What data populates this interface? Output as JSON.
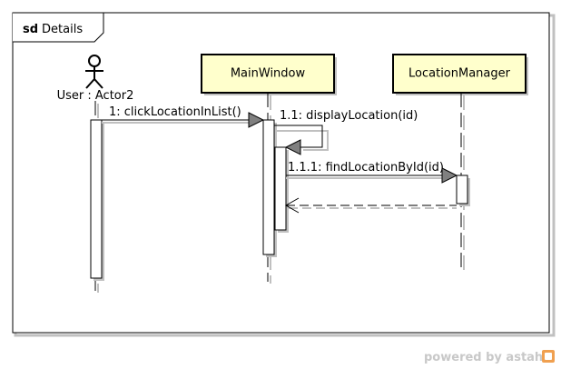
{
  "frame": {
    "keyword": "sd",
    "name": "Details"
  },
  "lifelines": {
    "actor": "User : Actor2",
    "main_window": "MainWindow",
    "location_manager": "LocationManager"
  },
  "messages": {
    "m1": "1: clickLocationInList()",
    "m2": "1.1: displayLocation(id)",
    "m3": "1.1.1: findLocationById(id)"
  },
  "watermark": {
    "text": "powered by astah*"
  },
  "colors": {
    "box_fill": "#ffffcc",
    "line": "#000000",
    "shadow": "#c0c0c0",
    "arrow_fill": "#808080",
    "watermark": "#c8c8c8",
    "watermark_icon": "#f0a050"
  }
}
